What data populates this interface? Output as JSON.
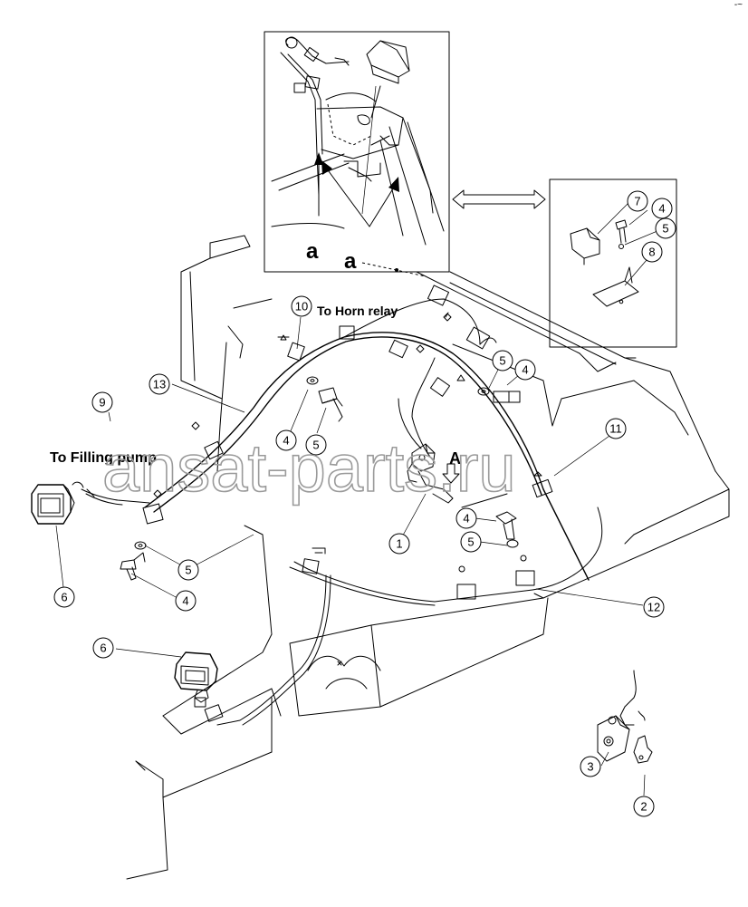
{
  "callouts": {
    "horn_relay": "To Horn relay",
    "filling_pump": "To Filling pump"
  },
  "detail_letters": {
    "a_top_box": "a",
    "a_harness": "a",
    "view_arrow": "A"
  },
  "part_numbers": {
    "p1": "1",
    "p2": "2",
    "p3": "3",
    "p4_a": "4",
    "p4_b": "4",
    "p4_c": "4",
    "p4_d": "4",
    "p4_e": "4",
    "p5_a": "5",
    "p5_b": "5",
    "p5_c": "5",
    "p5_d": "5",
    "p5_e": "5",
    "p6_a": "6",
    "p6_b": "6",
    "p7": "7",
    "p8": "8",
    "p9": "9",
    "p10": "10",
    "p11": "11",
    "p12": "12",
    "p13": "13"
  },
  "watermark": "ansat-parts.ru",
  "corner_mark": "-~"
}
